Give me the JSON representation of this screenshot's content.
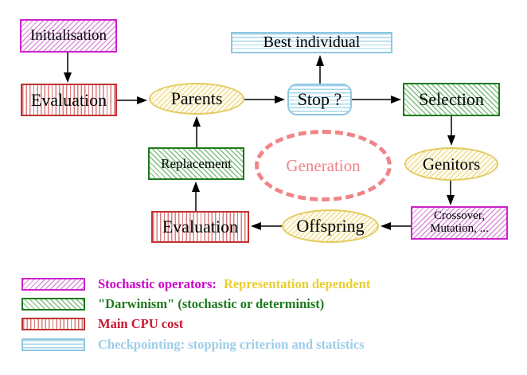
{
  "nodes": {
    "initialisation": {
      "label": "Initialisation"
    },
    "evaluation_top": {
      "label": "Evaluation"
    },
    "parents": {
      "label": "Parents"
    },
    "best_individual": {
      "label": "Best individual"
    },
    "stop": {
      "label": "Stop ?"
    },
    "selection": {
      "label": "Selection"
    },
    "genitors": {
      "label": "Genitors"
    },
    "crossover_mutation": {
      "line1": "Crossover,",
      "line2": "Mutation, ..."
    },
    "offspring": {
      "label": "Offspring"
    },
    "evaluation_bottom": {
      "label": "Evaluation"
    },
    "replacement": {
      "label": "Replacement"
    },
    "generation": {
      "label": "Generation"
    }
  },
  "legend": {
    "stochastic": {
      "label": "Stochastic operators:",
      "dependent": "Representation dependent"
    },
    "darwinism": {
      "label": "\"Darwinism\" (stochastic or determinist)"
    },
    "cpu": {
      "label": "Main CPU cost"
    },
    "checkpointing": {
      "label": "Checkpointing: stopping criterion and statistics"
    }
  },
  "colors": {
    "stochastic_border": "#cc22cc",
    "stochastic_hatch": "#db8fdb",
    "stochastic_text": "#cc00cc",
    "gold_text": "#eace2f",
    "darwinism_border": "#1d7a1d",
    "darwinism_hatch": "#7fbe7f",
    "cpu_border": "#c13232",
    "cpu_hatch": "#d97f7f",
    "cpu_text": "#c81a35",
    "checkpoint_border": "#8fc7e1",
    "checkpoint_hatch": "#a5d6ea",
    "checkpoint_text": "#9ccee8",
    "yellow_border": "#e3cb5c",
    "yellow_hatch": "#f0dc96",
    "generation_dash": "#f08486",
    "arrow": "#000000",
    "node_text": "#000000",
    "background": "#ffffff"
  }
}
